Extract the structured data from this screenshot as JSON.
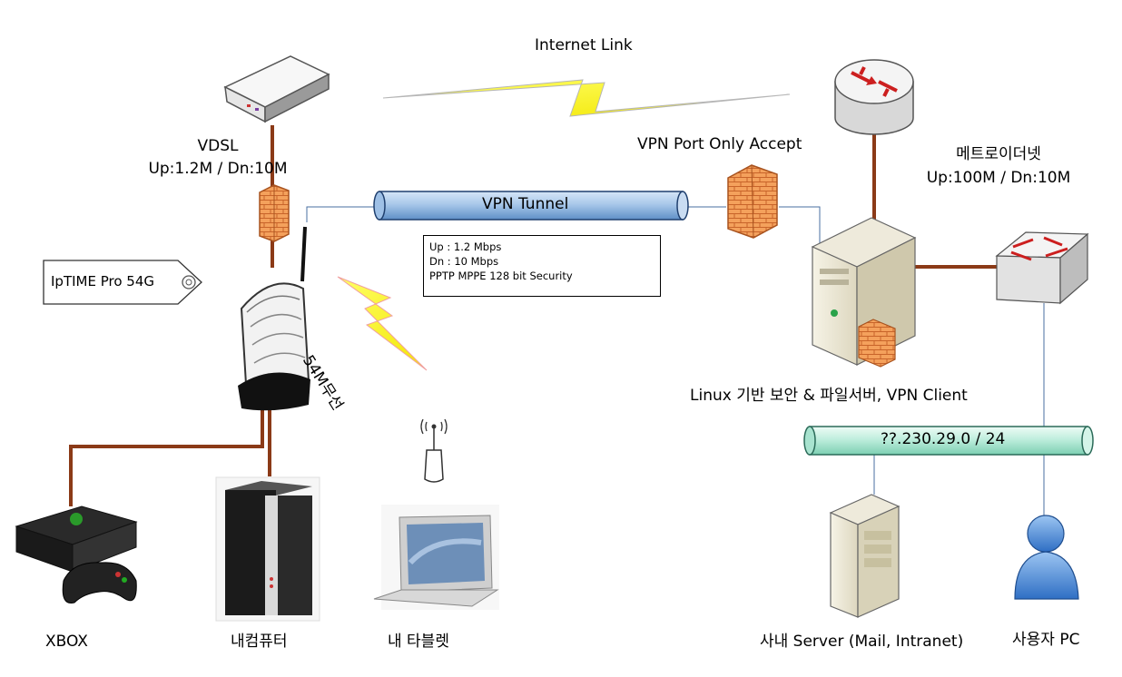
{
  "labels": {
    "internet_link": "Internet Link",
    "vdsl_line1": "VDSL",
    "vdsl_line2": "Up:1.2M / Dn:10M",
    "vpn_port": "VPN Port Only Accept",
    "metro_line1": "메트로이더넷",
    "metro_line2": "Up:100M / Dn:10M",
    "router_tag": "IpTIME Pro 54G",
    "wireless": "54M무선",
    "vpn_tunnel": "VPN Tunnel",
    "linux_server": "Linux 기반 보안 & 파일서버, VPN Client",
    "subnet": "??.230.29.0 / 24",
    "xbox": "XBOX",
    "my_pc": "내컴퓨터",
    "my_tablet": "내 타블렛",
    "office_server": "사내 Server (Mail, Intranet)",
    "user_pc": "사용자 PC"
  },
  "tunnel_note": {
    "line1": "Up : 1.2 Mbps",
    "line2": "Dn : 10 Mbps",
    "line3": "PPTP MPPE 128 bit Security"
  }
}
